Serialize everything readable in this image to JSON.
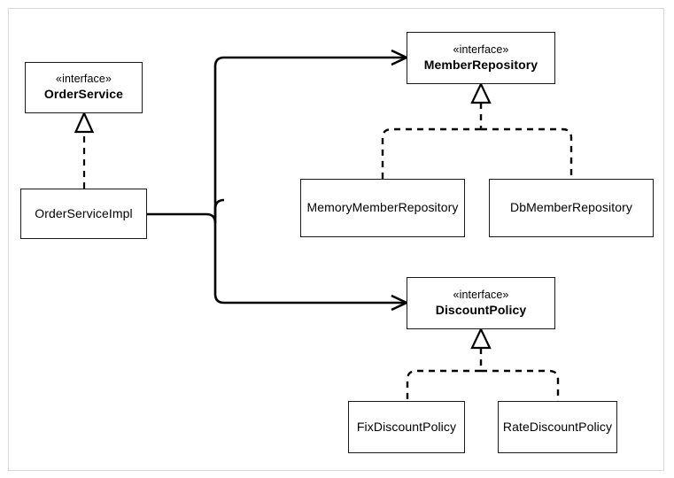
{
  "diagram": {
    "type": "uml-class-diagram",
    "stereotype_label": "«interface»",
    "colors": {
      "box_border": "#1a1a1a",
      "box_fill": "#ffffff",
      "connector": "#000000",
      "frame_border": "#d8d8d8",
      "canvas": "#ffffff"
    },
    "nodes": [
      {
        "id": "order-service",
        "stereotype": "«interface»",
        "name": "OrderService",
        "kind": "interface"
      },
      {
        "id": "order-service-impl",
        "stereotype": "",
        "name": "OrderServiceImpl",
        "kind": "class"
      },
      {
        "id": "member-repository",
        "stereotype": "«interface»",
        "name": "MemberRepository",
        "kind": "interface"
      },
      {
        "id": "memory-member-repository",
        "stereotype": "",
        "name": "MemoryMemberRepository",
        "kind": "class"
      },
      {
        "id": "db-member-repository",
        "stereotype": "",
        "name": "DbMemberRepository",
        "kind": "class"
      },
      {
        "id": "discount-policy",
        "stereotype": "«interface»",
        "name": "DiscountPolicy",
        "kind": "interface"
      },
      {
        "id": "fix-discount-policy",
        "stereotype": "",
        "name": "FixDiscountPolicy",
        "kind": "class"
      },
      {
        "id": "rate-discount-policy",
        "stereotype": "",
        "name": "RateDiscountPolicy",
        "kind": "class"
      }
    ],
    "edges": [
      {
        "id": "impl-realizes-order-service",
        "from": "order-service-impl",
        "to": "order-service",
        "relation": "realization",
        "line": "dashed",
        "arrowhead": "hollow-triangle"
      },
      {
        "id": "impl-uses-member-repository",
        "from": "order-service-impl",
        "to": "member-repository",
        "relation": "association",
        "line": "solid",
        "arrowhead": "open-arrow"
      },
      {
        "id": "impl-uses-discount-policy",
        "from": "order-service-impl",
        "to": "discount-policy",
        "relation": "association",
        "line": "solid",
        "arrowhead": "open-arrow"
      },
      {
        "id": "memory-member-repository-realizes",
        "from": "memory-member-repository",
        "to": "member-repository",
        "relation": "realization",
        "line": "dashed",
        "arrowhead": "hollow-triangle"
      },
      {
        "id": "db-member-repository-realizes",
        "from": "db-member-repository",
        "to": "member-repository",
        "relation": "realization",
        "line": "dashed",
        "arrowhead": "hollow-triangle"
      },
      {
        "id": "fix-discount-policy-realizes",
        "from": "fix-discount-policy",
        "to": "discount-policy",
        "relation": "realization",
        "line": "dashed",
        "arrowhead": "hollow-triangle"
      },
      {
        "id": "rate-discount-policy-realizes",
        "from": "rate-discount-policy",
        "to": "discount-policy",
        "relation": "realization",
        "line": "dashed",
        "arrowhead": "hollow-triangle"
      }
    ]
  }
}
